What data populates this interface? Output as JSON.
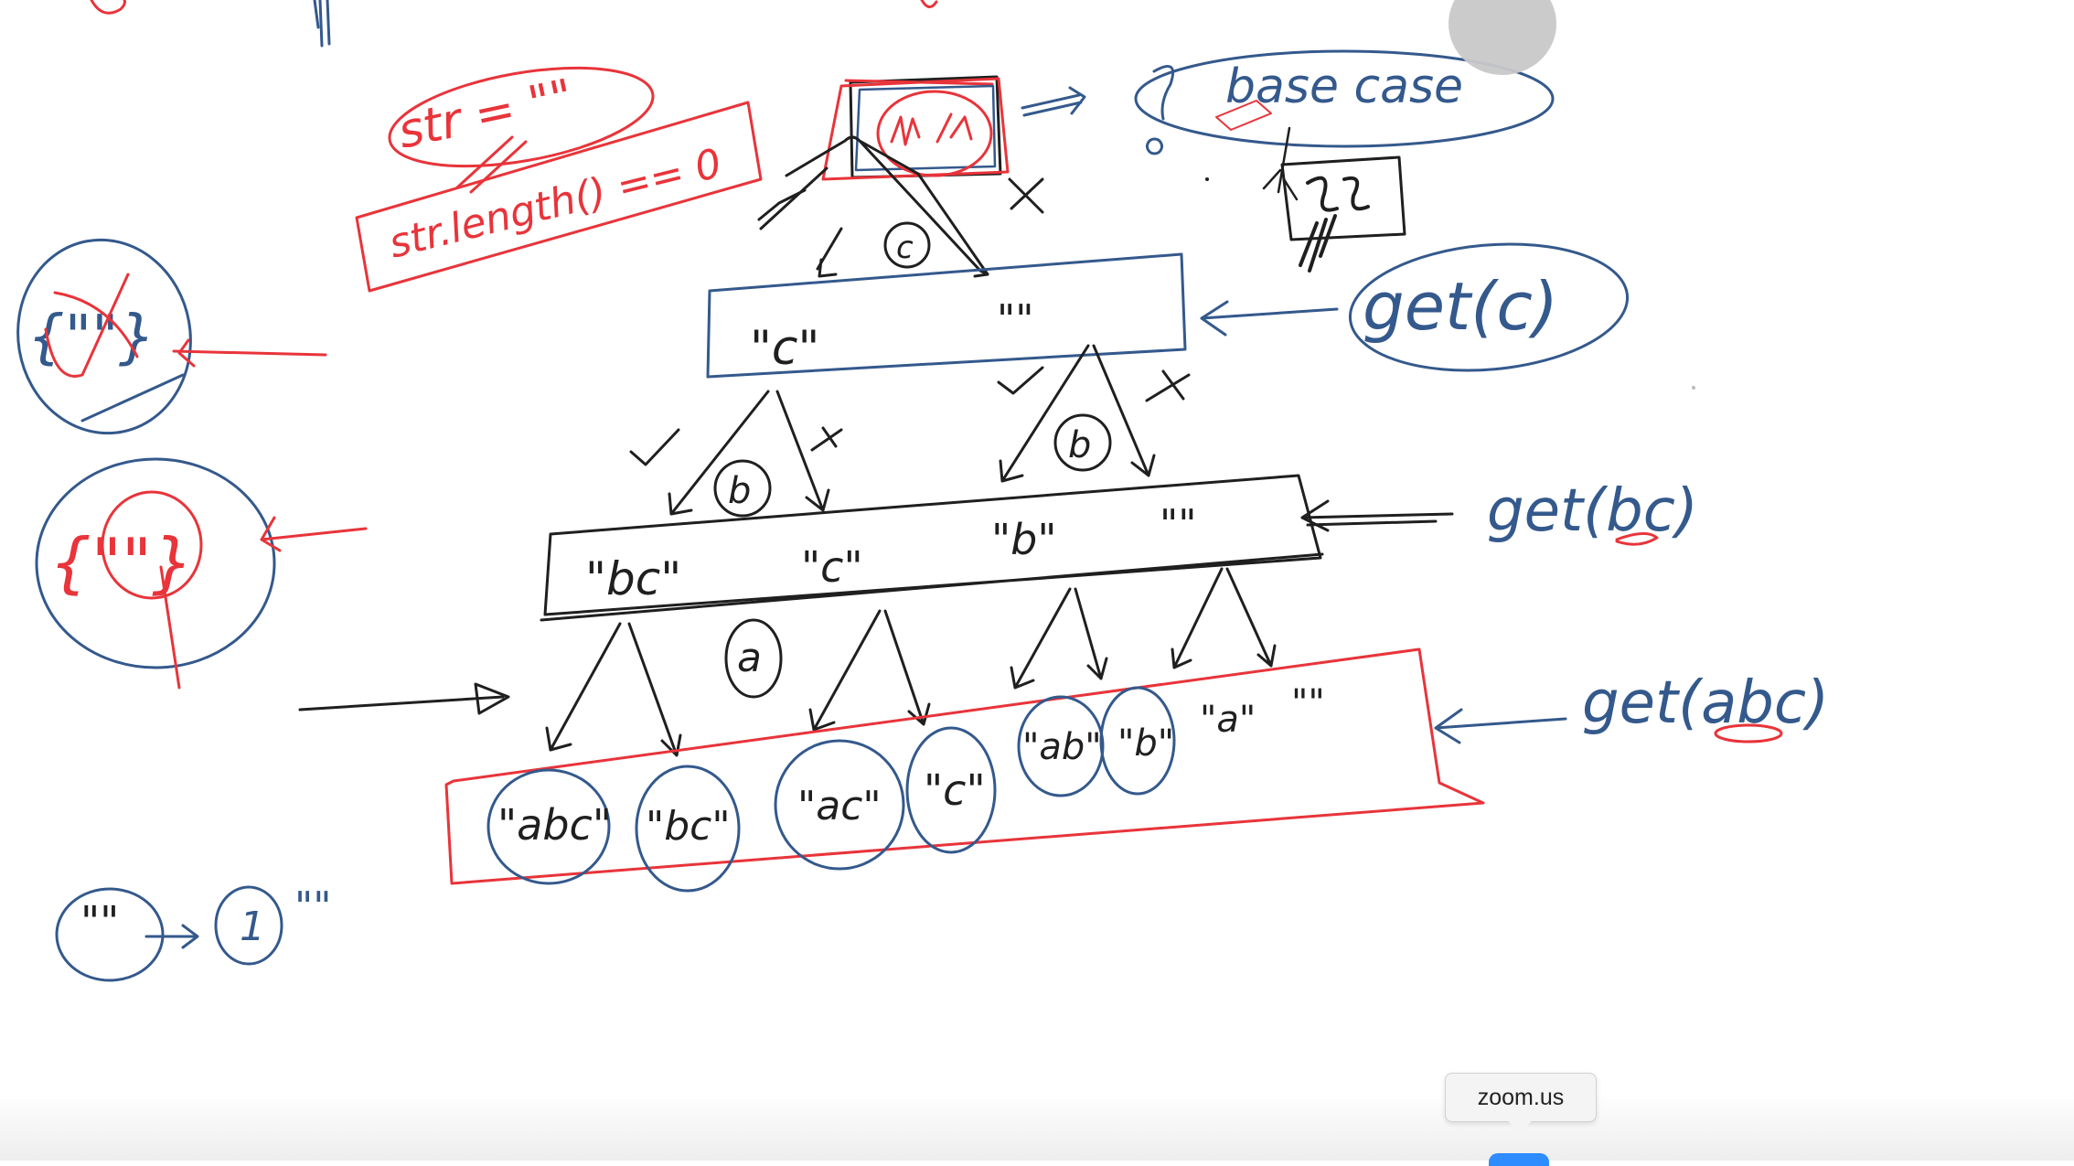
{
  "whiteboard": {
    "notes": {
      "str_empty": "str = \"\"",
      "str_length": "str.length() == 0",
      "base_case": "base case"
    },
    "nodes": {
      "root_marker": "c",
      "level2_marker": "b",
      "level2_marker_right": "b",
      "level3_marker": "a",
      "empty_circle_marker": "1"
    },
    "results": {
      "get_c": [
        "\"c\"",
        "\"\""
      ],
      "get_bc": [
        "\"bc\"",
        "\"c\"",
        "\"b\"",
        "\"\""
      ],
      "get_abc": [
        "\"abc\"",
        "\"bc\"",
        "\"ac\"",
        "\"c\"",
        "\"ab\"",
        "\"b\"",
        "\"a\"",
        "\"\""
      ]
    },
    "calls": {
      "get_c": "get(c)",
      "get_bc": "get(bc)",
      "get_abc": "get(abc)"
    },
    "left_sets": {
      "empty_set": "{\"\"}",
      "empty_string": "\"\"",
      "count_label": "1",
      "count_value": "\"\""
    },
    "colors": {
      "red_ink": "#e8343a",
      "blue_ink": "#34598c",
      "black_ink": "#1f1f1f"
    }
  },
  "overlay": {
    "tooltip": "zoom.us",
    "dock_app": "zoom-icon"
  }
}
